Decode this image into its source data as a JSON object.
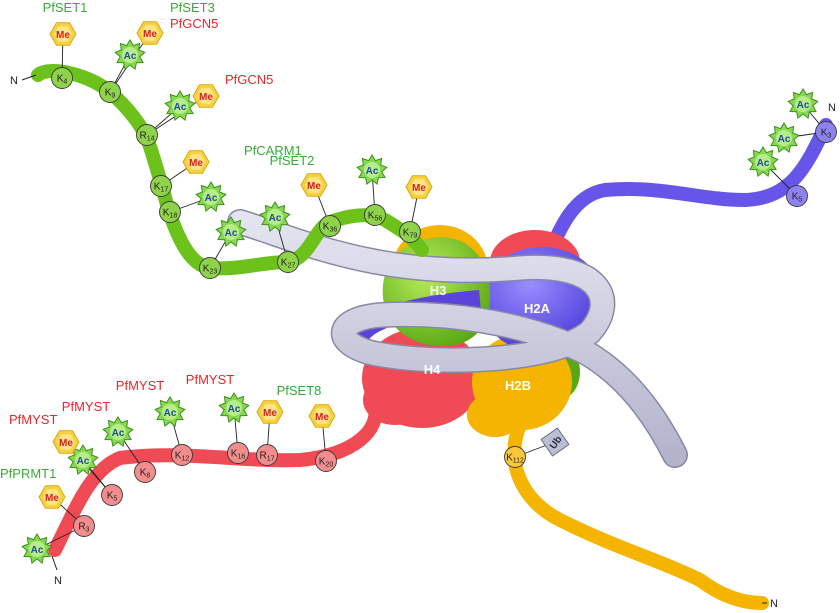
{
  "colors": {
    "h3": "#6cc11a",
    "h3_core": "#7dcf28",
    "h4": "#f04b55",
    "h2a": "#6655e8",
    "h2b": "#f5b400",
    "dna": "#c9c9dd",
    "enzyme_green": "#3aa935",
    "enzyme_red": "#e8262b",
    "me_fill": "#f8d23c",
    "me_text": "#d8201f",
    "ac_fill": "#86d94f",
    "ac_text": "#1c4e9a"
  },
  "core_labels": {
    "h3": "H3",
    "h2a": "H2A",
    "h4": "H4",
    "h2b": "H2B"
  },
  "n_terminus": "N",
  "enzymes": [
    {
      "id": "pfset1",
      "text": "PfSET1",
      "color": "green"
    },
    {
      "id": "pfset3",
      "text": "PfSET3",
      "color": "green"
    },
    {
      "id": "pfgcn5-top",
      "text": "PfGCN5",
      "color": "red"
    },
    {
      "id": "pfgcn5-mid",
      "text": "PfGCN5",
      "color": "red"
    },
    {
      "id": "pfcarm1",
      "text": "PfCARM1",
      "color": "green"
    },
    {
      "id": "pfset2",
      "text": "PfSET2",
      "color": "green"
    },
    {
      "id": "pfmyst-1",
      "text": "PfMYST",
      "color": "red"
    },
    {
      "id": "pfmyst-2",
      "text": "PfMYST",
      "color": "red"
    },
    {
      "id": "pfmyst-3",
      "text": "PfMYST",
      "color": "red"
    },
    {
      "id": "pfmyst-4",
      "text": "PfMYST",
      "color": "red"
    },
    {
      "id": "pfset8",
      "text": "PfSET8",
      "color": "green"
    },
    {
      "id": "pfprmt1",
      "text": "PfPRMT1",
      "color": "green"
    }
  ],
  "residues": {
    "h3": [
      {
        "id": "h3-k4",
        "letter": "K",
        "num": "4"
      },
      {
        "id": "h3-k9",
        "letter": "K",
        "num": "9"
      },
      {
        "id": "h3-r14",
        "letter": "R",
        "num": "14"
      },
      {
        "id": "h3-k17",
        "letter": "K",
        "num": "17"
      },
      {
        "id": "h3-k18",
        "letter": "K",
        "num": "18"
      },
      {
        "id": "h3-k23",
        "letter": "K",
        "num": "23"
      },
      {
        "id": "h3-k27",
        "letter": "K",
        "num": "27"
      },
      {
        "id": "h3-k36",
        "letter": "K",
        "num": "36"
      },
      {
        "id": "h3-k56",
        "letter": "K",
        "num": "56"
      },
      {
        "id": "h3-k79",
        "letter": "K",
        "num": "79"
      }
    ],
    "h2a": [
      {
        "id": "h2a-k3",
        "letter": "K",
        "num": "3"
      },
      {
        "id": "h2a-k5",
        "letter": "K",
        "num": "5"
      }
    ],
    "h4": [
      {
        "id": "h4-r3",
        "letter": "R",
        "num": "3"
      },
      {
        "id": "h4-k5",
        "letter": "K",
        "num": "5"
      },
      {
        "id": "h4-k8",
        "letter": "K",
        "num": "8"
      },
      {
        "id": "h4-k12",
        "letter": "K",
        "num": "12"
      },
      {
        "id": "h4-k16",
        "letter": "K",
        "num": "16"
      },
      {
        "id": "h4-r17",
        "letter": "R",
        "num": "17"
      },
      {
        "id": "h4-k20",
        "letter": "K",
        "num": "20"
      }
    ],
    "h2b": [
      {
        "id": "h2b-k112",
        "letter": "K",
        "num": "112"
      }
    ]
  },
  "modifications": [
    {
      "id": "me-k4",
      "type": "Me"
    },
    {
      "id": "ac-k9",
      "type": "Ac"
    },
    {
      "id": "me-k9",
      "type": "Me"
    },
    {
      "id": "ac-r14",
      "type": "Ac"
    },
    {
      "id": "me-r14",
      "type": "Me"
    },
    {
      "id": "me-k17",
      "type": "Me"
    },
    {
      "id": "ac-k18",
      "type": "Ac"
    },
    {
      "id": "ac-k23",
      "type": "Ac"
    },
    {
      "id": "ac-k27",
      "type": "Ac"
    },
    {
      "id": "me-k36",
      "type": "Me"
    },
    {
      "id": "ac-k56",
      "type": "Ac"
    },
    {
      "id": "me-k79",
      "type": "Me"
    },
    {
      "id": "ac-h2a-k5",
      "type": "Ac"
    },
    {
      "id": "ac-h2a-a",
      "type": "Ac"
    },
    {
      "id": "ac-h2a-k3",
      "type": "Ac"
    },
    {
      "id": "ac-h4-r3",
      "type": "Ac"
    },
    {
      "id": "me-h4-r3",
      "type": "Me"
    },
    {
      "id": "ac-h4-k5",
      "type": "Ac"
    },
    {
      "id": "me-h4-k5",
      "type": "Me"
    },
    {
      "id": "ac-h4-k8",
      "type": "Ac"
    },
    {
      "id": "ac-h4-k12",
      "type": "Ac"
    },
    {
      "id": "ac-h4-k16",
      "type": "Ac"
    },
    {
      "id": "me-h4-r17",
      "type": "Me"
    },
    {
      "id": "me-h4-k20",
      "type": "Me"
    },
    {
      "id": "ub-h2b-k112",
      "type": "Ub"
    }
  ]
}
